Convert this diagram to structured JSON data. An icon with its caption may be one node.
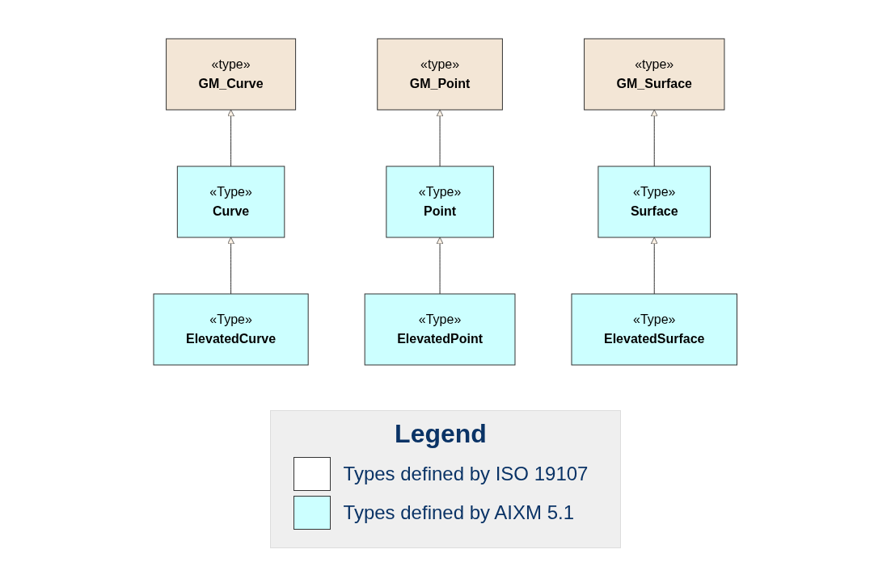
{
  "diagram": {
    "nodes": [
      {
        "text": [
          "«type»",
          "GM_Curve"
        ]
      },
      {
        "text": [
          "«type»",
          "GM_Point"
        ]
      },
      {
        "text": [
          "«type»",
          "GM_Surface"
        ]
      },
      {
        "text": [
          "«Type»",
          "Curve"
        ]
      },
      {
        "text": [
          "«Type»",
          "Point"
        ]
      },
      {
        "text": [
          "«Type»",
          "Surface"
        ]
      },
      {
        "text": [
          "«Type»",
          "ElevatedCurve"
        ]
      },
      {
        "text": [
          "«Type»",
          "ElevatedPoint"
        ]
      },
      {
        "text": [
          "«Type»",
          "ElevatedSurface"
        ]
      }
    ],
    "edges": [
      {
        "from": 3,
        "to": 0,
        "arrow": "to"
      },
      {
        "from": 4,
        "to": 1,
        "arrow": "to"
      },
      {
        "from": 5,
        "to": 2,
        "arrow": "to"
      },
      {
        "from": 6,
        "to": 3,
        "arrow": "to"
      },
      {
        "from": 7,
        "to": 4,
        "arrow": "to"
      },
      {
        "from": 8,
        "to": 5,
        "arrow": "to"
      }
    ],
    "labels": [
      "Legend"
    ],
    "legend": [
      {
        "text": "Types defined by ISO 19107",
        "color": "#ffffff"
      },
      {
        "text": "Types defined by AIXM 5.1",
        "color": "#ccffff"
      }
    ]
  }
}
